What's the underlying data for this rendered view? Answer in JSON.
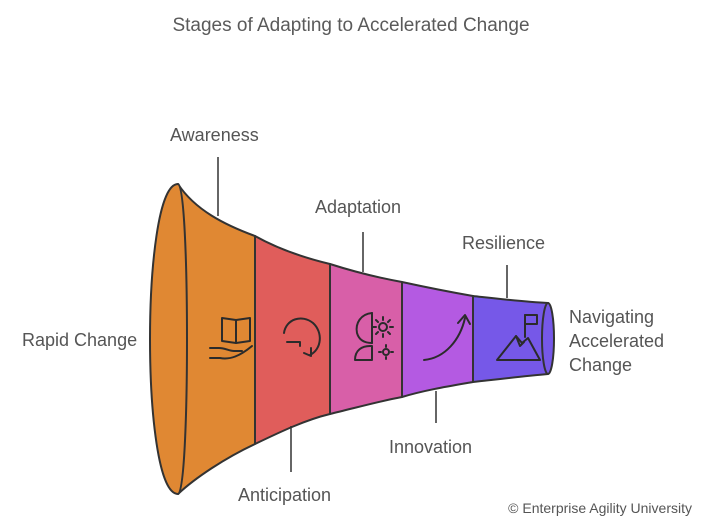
{
  "title": "Stages of Adapting to Accelerated Change",
  "input_label": "Rapid Change",
  "output_label_lines": [
    "Navigating",
    "Accelerated",
    "Change"
  ],
  "stages": [
    {
      "label": "Awareness",
      "color": "#e08833",
      "icon": "book-in-hand-icon"
    },
    {
      "label": "Anticipation",
      "color": "#e05d5b",
      "icon": "cycle-arrow-icon"
    },
    {
      "label": "Adaptation",
      "color": "#d85fa8",
      "icon": "person-gear-icon"
    },
    {
      "label": "Innovation",
      "color": "#b45ae2",
      "icon": "rising-arrow-icon"
    },
    {
      "label": "Resilience",
      "color": "#7658e8",
      "icon": "mountain-flag-icon"
    }
  ],
  "copyright": "© Enterprise Agility University"
}
